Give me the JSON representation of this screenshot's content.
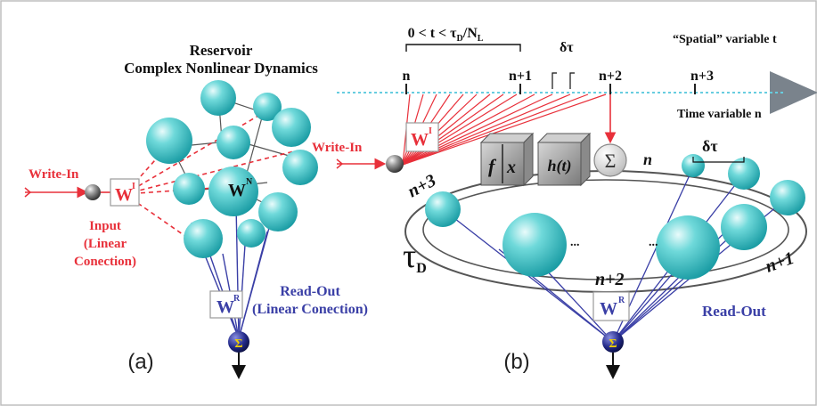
{
  "panel_a": {
    "title_line1": "Reservoir",
    "title_line2": "Complex Nonlinear Dynamics",
    "write_in": "Write-In",
    "input_weight": "W",
    "input_weight_sup": "I",
    "reservoir_weight": "W",
    "reservoir_weight_sup": "N",
    "input_line1": "Input",
    "input_line2": "(Linear",
    "input_line3": "Conection)",
    "readout_weight": "W",
    "readout_weight_sup": "R",
    "readout_line1": "Read-Out",
    "readout_line2": "(Linear Conection)",
    "sum_symbol": "Σ",
    "caption": "(a)"
  },
  "panel_b": {
    "interval_label": "0 < t < τ",
    "interval_sub_d": "D",
    "interval_slash": "/N",
    "interval_sub_l": "L",
    "spatial_label": "“Spatial” variable t",
    "time_label": "Time variable n",
    "delta_tau": "δτ",
    "delta_tau_ring": "δτ",
    "tick_n": "n",
    "tick_n1": "n+1",
    "tick_n2": "n+2",
    "tick_n3": "n+3",
    "write_in": "Write-In",
    "input_weight": "W",
    "input_weight_sup": "I",
    "box_f": "f",
    "box_x": "x",
    "box_h": "h(t)",
    "sum_symbol": "Σ",
    "ring_n": "n",
    "ring_n1": "n+1",
    "ring_n2": "n+2",
    "ring_n3": "n+3",
    "tau_d": "τ",
    "tau_d_sub": "D",
    "ellipsis_1": "...",
    "ellipsis_2": "...",
    "readout_weight": "W",
    "readout_weight_sup": "R",
    "readout_label": "Read-Out",
    "readout_sum": "Σ",
    "caption": "(b)"
  },
  "colors": {
    "node": "#3cc4c6",
    "red": "#e8303a",
    "blue": "#3a3fa6",
    "axis_cyan": "#67cde0",
    "sum_yellow": "#f0d000"
  }
}
